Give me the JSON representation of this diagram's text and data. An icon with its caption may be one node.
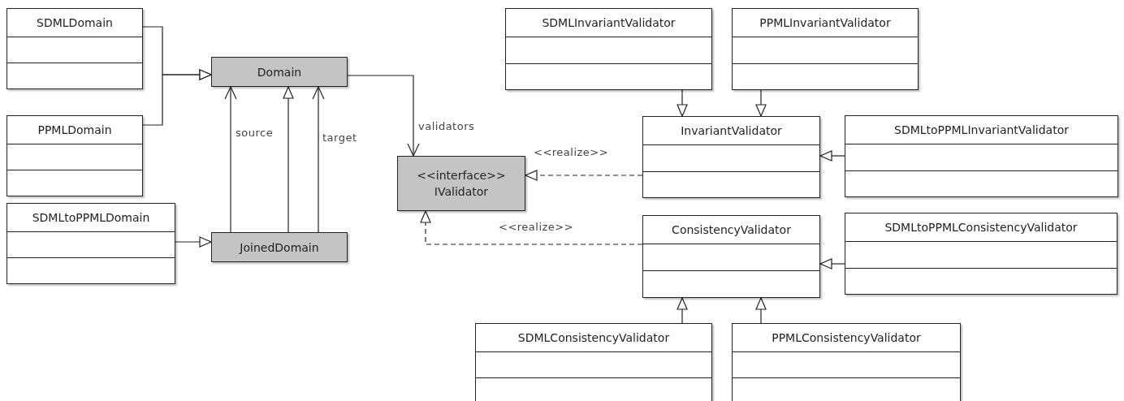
{
  "diagram": {
    "nodes": [
      {
        "text": [
          "SDMLDomain"
        ]
      },
      {
        "text": [
          "PPMLDomain"
        ]
      },
      {
        "text": [
          "SDMLtoPPMLDomain"
        ]
      },
      {
        "text": [
          "Domain"
        ]
      },
      {
        "text": [
          "JoinedDomain"
        ]
      },
      {
        "text": [
          "<<interface>>",
          "IValidator"
        ]
      },
      {
        "text": [
          "SDMLInvariantValidator"
        ]
      },
      {
        "text": [
          "PPMLInvariantValidator"
        ]
      },
      {
        "text": [
          "InvariantValidator"
        ]
      },
      {
        "text": [
          "SDMLtoPPMLInvariantValidator"
        ]
      },
      {
        "text": [
          "ConsistencyValidator"
        ]
      },
      {
        "text": [
          "SDMLtoPPMLConsistencyValidator"
        ]
      },
      {
        "text": [
          "SDMLConsistencyValidator"
        ]
      },
      {
        "text": [
          "PPMLConsistencyValidator"
        ]
      }
    ],
    "edges": [
      {
        "from": 0,
        "to": 3,
        "arrow": "to"
      },
      {
        "from": 1,
        "to": 3,
        "arrow": "to"
      },
      {
        "from": 2,
        "to": 4,
        "arrow": "to"
      },
      {
        "from": 4,
        "to": 3,
        "arrow": "to",
        "label": "source"
      },
      {
        "from": 4,
        "to": 3,
        "arrow": "to"
      },
      {
        "from": 4,
        "to": 3,
        "arrow": "to",
        "label": "target"
      },
      {
        "from": 3,
        "to": 5,
        "arrow": "to",
        "label": "validators"
      },
      {
        "from": 8,
        "to": 5,
        "arrow": "to",
        "label": "<<realize>>",
        "style": "dashed"
      },
      {
        "from": 10,
        "to": 5,
        "arrow": "to",
        "label": "<<realize>>",
        "style": "dashed"
      },
      {
        "from": 6,
        "to": 8,
        "arrow": "to"
      },
      {
        "from": 7,
        "to": 8,
        "arrow": "to"
      },
      {
        "from": 9,
        "to": 8,
        "arrow": "to"
      },
      {
        "from": 11,
        "to": 10,
        "arrow": "to"
      },
      {
        "from": 12,
        "to": 10,
        "arrow": "to"
      },
      {
        "from": 13,
        "to": 10,
        "arrow": "to"
      }
    ]
  }
}
